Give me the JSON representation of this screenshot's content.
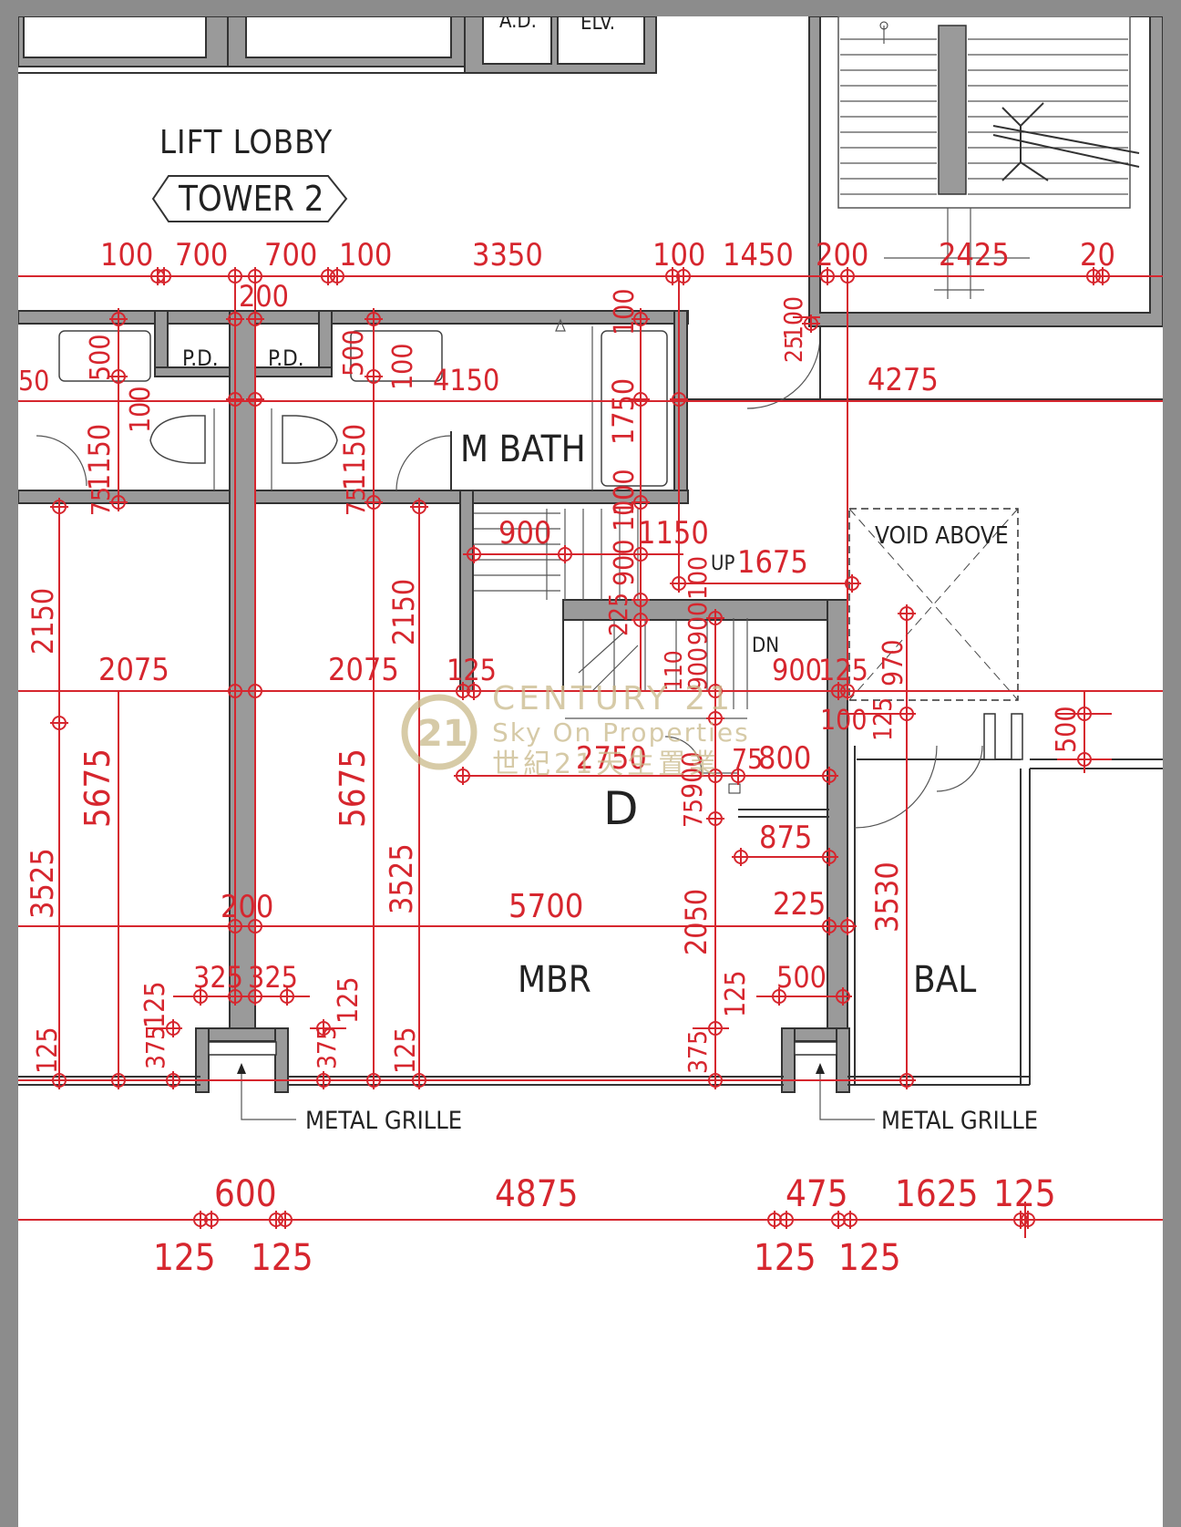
{
  "labels": {
    "ad": "A.D.",
    "elv": "ELV.",
    "lift_lobby": "LIFT LOBBY",
    "tower": "TOWER 2",
    "pd1": "P.D.",
    "pd2": "P.D.",
    "m_bath": "M BATH",
    "up": "UP",
    "dn": "DN",
    "void_above": "VOID ABOVE",
    "unit": "D",
    "mbr": "MBR",
    "bal": "BAL",
    "metal_grille_1": "METAL GRILLE",
    "metal_grille_2": "METAL GRILLE"
  },
  "watermark": {
    "logo": "21",
    "brand": "CENTURY 21",
    "sub": "Sky On Properties",
    "chinese": "世紀21天生置業"
  },
  "dims": {
    "top_row": [
      "100",
      "700",
      "700",
      "100",
      "3350",
      "100",
      "1450",
      "200",
      "2425",
      "20"
    ],
    "top_200": "200",
    "d_500a": "500",
    "d_50": "50",
    "d_100a": "100",
    "d_1150a": "1150",
    "d_75a": "75",
    "d_500b": "500",
    "d_100b": "100",
    "d_4150": "4150",
    "d_1150b": "1150",
    "d_75b": "75",
    "d_100c": "100",
    "d_1750": "1750",
    "d_100d": "100",
    "d_100e": "100",
    "d_25": "25",
    "d_4275": "4275",
    "d_2150a": "2150",
    "d_2150b": "2150",
    "d_2075a": "2075",
    "d_2075b": "2075",
    "d_125a": "125",
    "d_900a": "900",
    "d_900b": "900",
    "d_100f": "100",
    "d_1150c": "1150",
    "d_1675": "1675",
    "d_225a": "225",
    "d_900c": "900",
    "d_100g": "100",
    "d_900d": "900",
    "d_110": "110",
    "d_900e": "900",
    "d_125b": "125",
    "d_970": "970",
    "d_125c": "125",
    "d_100h": "100",
    "d_500c": "500",
    "d_2750": "2750",
    "d_75c": "75",
    "d_800": "800",
    "d_75d": "75",
    "d_900f": "900",
    "d_5675a": "5675",
    "d_5675b": "5675",
    "d_875": "875",
    "d_3525a": "3525",
    "d_3525b": "3525",
    "d_200b": "200",
    "d_5700": "5700",
    "d_2050": "2050",
    "d_225b": "225",
    "d_3530": "3530",
    "d_325a": "325",
    "d_325b": "325",
    "d_125d": "125",
    "d_125e": "125",
    "d_500d": "500",
    "d_125f": "125",
    "d_375a": "375",
    "d_375b": "375",
    "d_125g": "125",
    "d_125h": "125",
    "d_375c": "375",
    "bottom_top": [
      "600",
      "4875",
      "475",
      "1625",
      "125"
    ],
    "bottom_bot": [
      "125",
      "125",
      "125",
      "125"
    ]
  },
  "colors": {
    "dimension": "#d6262e",
    "wall": "#9a9a9a",
    "frame": "#8c8c8c",
    "watermark": "#c9b98a"
  }
}
